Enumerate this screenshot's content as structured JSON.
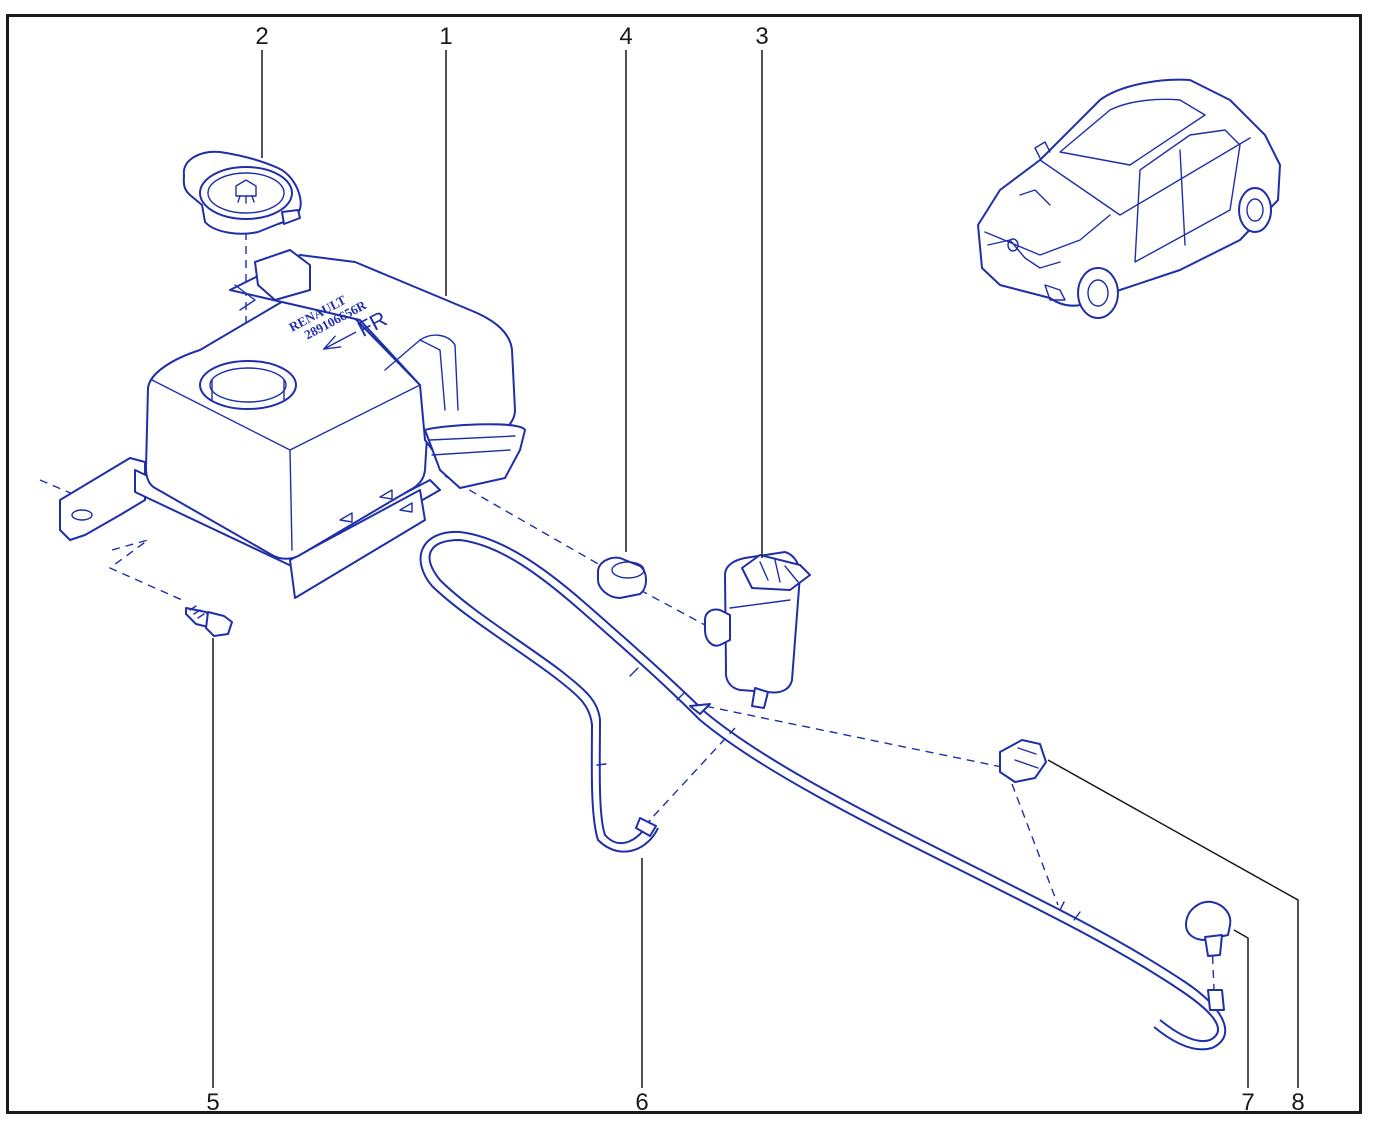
{
  "callouts": {
    "c1": "1",
    "c2": "2",
    "c3": "3",
    "c4": "4",
    "c5": "5",
    "c6": "6",
    "c7": "7",
    "c8": "8"
  },
  "reservoir_markings": {
    "brand": "RENAULT",
    "part_number": "289106656R",
    "direction": "FR"
  },
  "colors": {
    "line": "#1f2fa8",
    "leader": "#1a1a1a",
    "frame": "#1a1a1a"
  }
}
